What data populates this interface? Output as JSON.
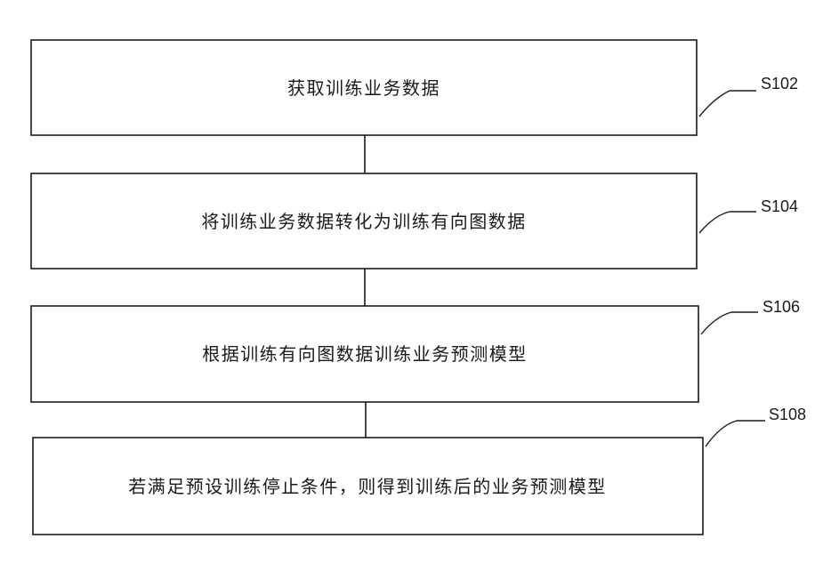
{
  "steps": [
    {
      "id": "S102",
      "text": "获取训练业务数据"
    },
    {
      "id": "S104",
      "text": "将训练业务数据转化为训练有向图数据"
    },
    {
      "id": "S106",
      "text": "根据训练有向图数据训练业务预测模型"
    },
    {
      "id": "S108",
      "text": "若满足预设训练停止条件，则得到训练后的业务预测模型"
    }
  ]
}
